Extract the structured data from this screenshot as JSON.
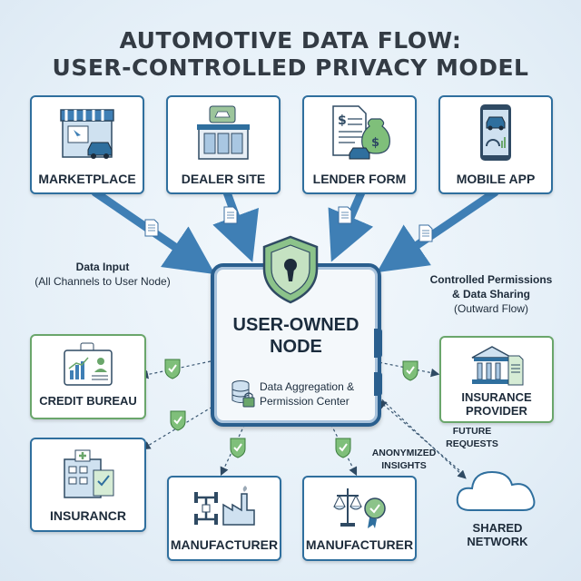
{
  "title": {
    "line1": "AUTOMOTIVE DATA FLOW:",
    "line2": "USER-CONTROLLED PRIVACY MODEL"
  },
  "sources": [
    {
      "label": "MARKETPLACE",
      "icon": "storefront-icon"
    },
    {
      "label": "DEALER SITE",
      "icon": "dealership-icon"
    },
    {
      "label": "LENDER FORM",
      "icon": "loan-document-icon"
    },
    {
      "label": "MOBILE APP",
      "icon": "smartphone-car-icon"
    }
  ],
  "input_note": {
    "title": "Data Input",
    "subtitle": "(All Channels to User Node)"
  },
  "permissions_note": {
    "title_line1": "Controlled Permissions",
    "title_line2": "& Data Sharing",
    "subtitle": "(Outward Flow)"
  },
  "node": {
    "title_line1": "USER-OWNED",
    "title_line2": "NODE",
    "subtitle_line1": "Data Aggregation &",
    "subtitle_line2": "Permission Center",
    "icon": "shield-keyhole-icon"
  },
  "recipients": {
    "credit_bureau": "CREDIT BUREAU",
    "insurance_provider_line1": "INSURANCE",
    "insurance_provider_line2": "PROVIDER",
    "insurancr": "INSURANCR",
    "manufacturer_1": "MANUFACTURER",
    "manufacturer_2": "MANUFACTURER",
    "shared_network_line1": "SHARED",
    "shared_network_line2": "NETWORK"
  },
  "flow_labels": {
    "future_requests_line1": "FUTURE",
    "future_requests_line2": "REQUESTS",
    "anonymized_insights_line1": "ANONYMIZED",
    "anonymized_insights_line2": "INSIGHTS"
  },
  "colors": {
    "primary_blue": "#2f6f9e",
    "node_blue": "#2a5f8e",
    "permission_green": "#6aa66b",
    "arrow_blue": "#3f7fb5"
  }
}
